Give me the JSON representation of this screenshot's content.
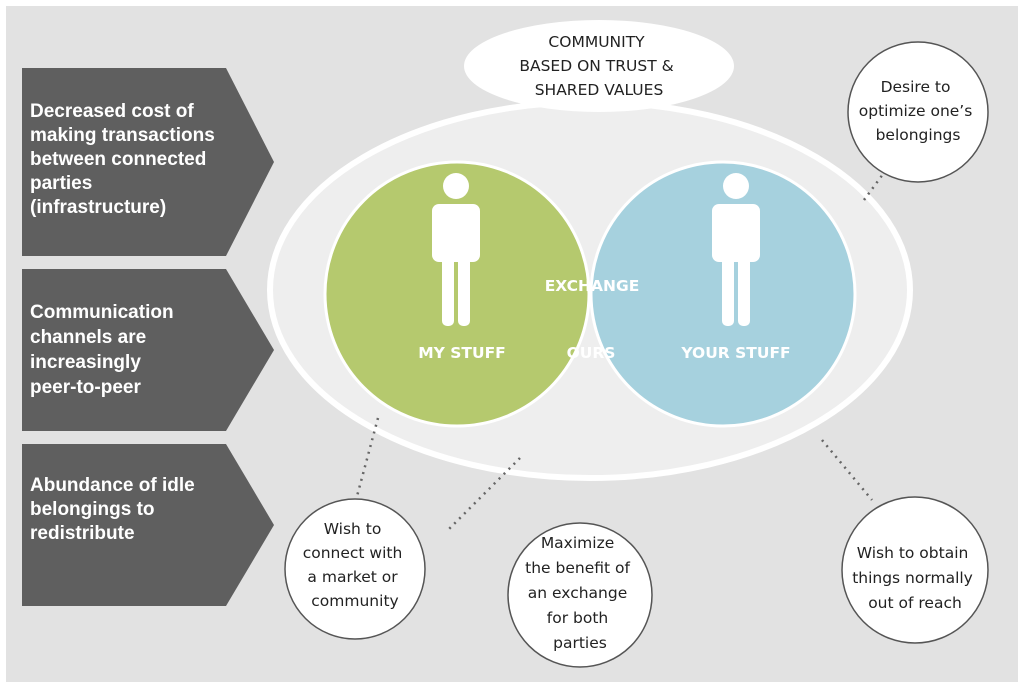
{
  "header": {
    "lines": [
      "COMMUNITY",
      "BASED ON TRUST &",
      "SHARED VALUES"
    ]
  },
  "arrows": [
    {
      "lines": [
        "Decreased cost of",
        "making transactions",
        "between connected",
        "parties",
        "(infrastructure)"
      ]
    },
    {
      "lines": [
        "Communication",
        "channels are",
        "increasingly",
        "peer-to-peer"
      ]
    },
    {
      "lines": [
        "Abundance of idle",
        "belongings to",
        "redistribute"
      ]
    }
  ],
  "venn": {
    "left_label": "MY STUFF",
    "right_label": "YOUR STUFF",
    "overlap_top_label": "EXCHANGE",
    "overlap_bottom_label": "OURS"
  },
  "bubbles": {
    "top_right": [
      "Desire to",
      "optimize one’s",
      "belongings"
    ],
    "bottom_left": [
      "Wish to",
      "connect with",
      "a market or",
      "community"
    ],
    "bottom_middle": [
      "Maximize",
      "the benefit of",
      "an exchange",
      "for both",
      "parties"
    ],
    "bottom_right": [
      "Wish to obtain",
      "things normally",
      "out of reach"
    ]
  },
  "colors": {
    "background": "#e2e2e2",
    "arrow": "#5f5f5f",
    "left_circle": "#b5c96e",
    "right_circle": "#a6d1de",
    "overlap": "#7fbca1",
    "bubble_stroke": "#555555"
  },
  "icons": {
    "person": "person-icon"
  }
}
